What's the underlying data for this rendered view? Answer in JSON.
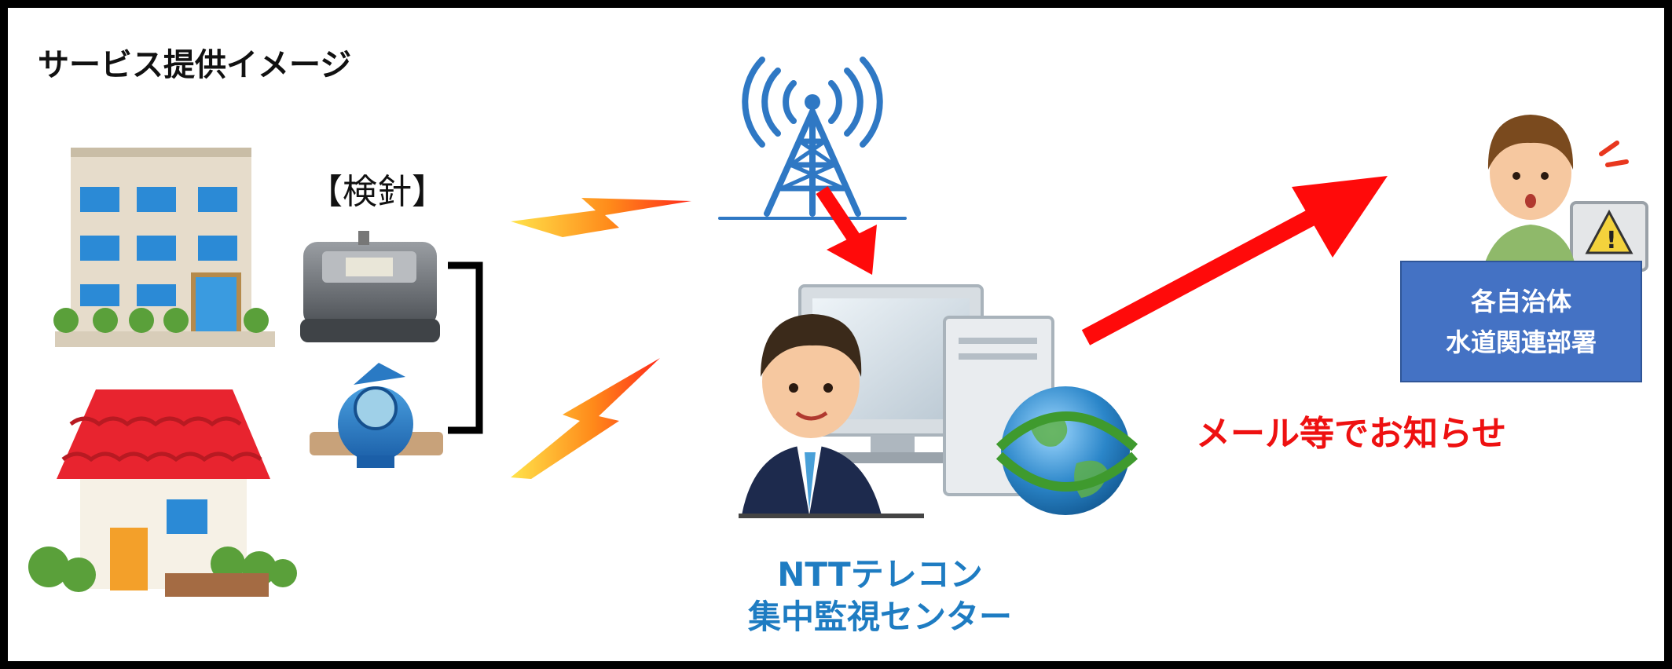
{
  "title": "サービス提供イメージ",
  "meter_label": "【検針】",
  "center": {
    "line1": "NTTテレコン",
    "line2": "集中監視センター"
  },
  "notify_label": "メール等でお知らせ",
  "department": {
    "line1": "各自治体",
    "line2": "水道関連部署"
  },
  "colors": {
    "arrow": "#ff0a0a",
    "tower": "#2f78c4",
    "center_text": "#1e7cc2",
    "department_box": "#4472c4",
    "notify_text": "#ee1111"
  }
}
